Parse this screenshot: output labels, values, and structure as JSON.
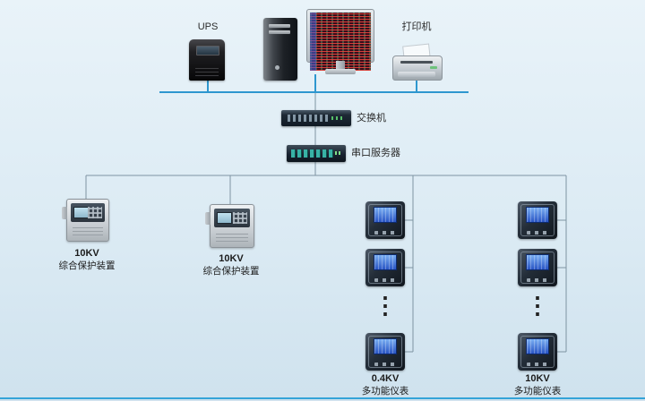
{
  "labels": {
    "ups": "UPS",
    "printer": "打印机",
    "switch": "交换机",
    "serial_server": "串口服务器"
  },
  "field_devices": {
    "protection_1": {
      "kv": "10KV",
      "name": "综合保护装置"
    },
    "protection_2": {
      "kv": "10KV",
      "name": "综合保护装置"
    },
    "meter_column_04kv": {
      "kv": "0.4KV",
      "name": "多功能仪表"
    },
    "meter_column_10kv": {
      "kv": "10KV",
      "name": "多功能仪表"
    }
  },
  "ellipsis": "⋮",
  "colors": {
    "background_top": "#e9f3f9",
    "background_bottom": "#cfe2ee",
    "top_bus": "#2e97cf",
    "wire": "#7e94a2",
    "bottom_rule": "#35a3d8",
    "serial_ports": "#38b2a6",
    "meter_screen": "#2a55c4",
    "meter_screen_hi": "#79aef2"
  }
}
